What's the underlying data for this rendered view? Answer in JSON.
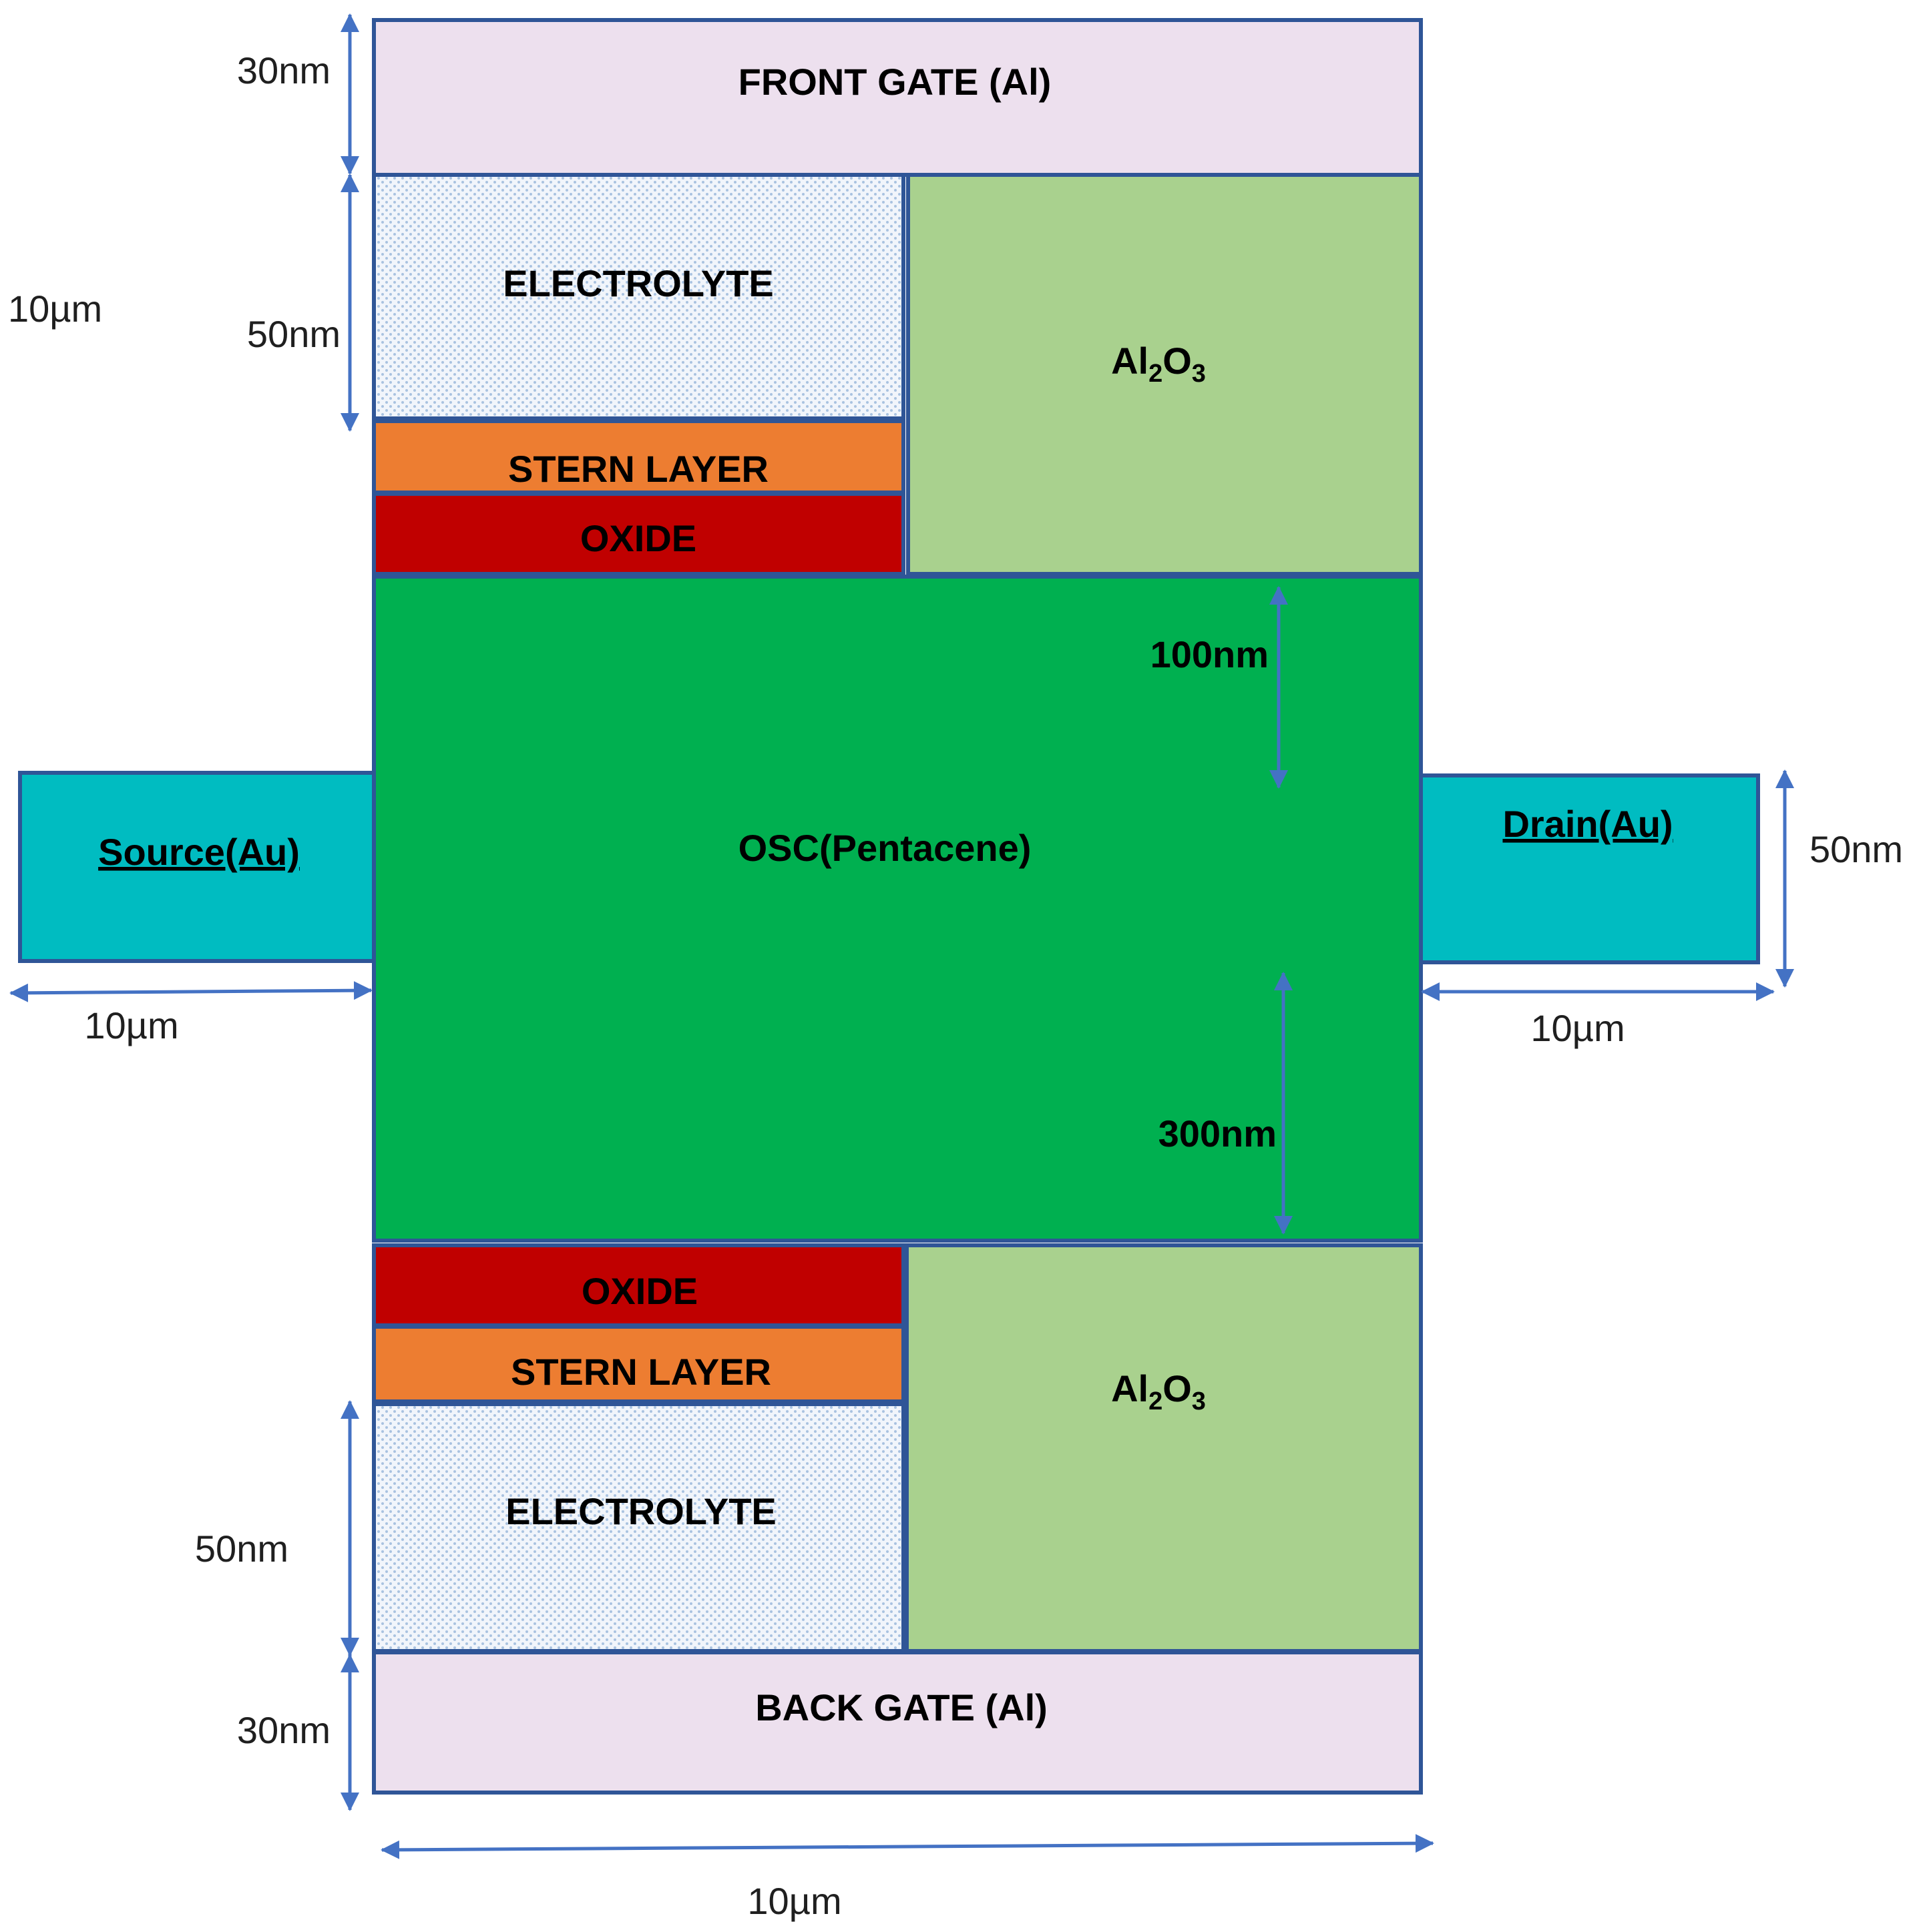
{
  "diagram": {
    "layers": {
      "front_gate": "FRONT GATE (Al)",
      "electrolyte_top": "ELECTROLYTE",
      "stern_top": "STERN LAYER",
      "oxide_top": "OXIDE",
      "al2o3_top": {
        "base": "Al",
        "sub1": "2",
        "mid": "O",
        "sub2": "3"
      },
      "osc": "OSC(Pentacene)",
      "oxide_bottom": "OXIDE",
      "stern_bottom": "STERN LAYER",
      "electrolyte_bottom": "ELECTROLYTE",
      "al2o3_bottom": {
        "base": "Al",
        "sub1": "2",
        "mid": "O",
        "sub2": "3"
      },
      "back_gate": "BACK GATE (Al)",
      "source": "Source(Au)",
      "drain": "Drain(Au)"
    },
    "dimensions": {
      "front_gate_thickness": "30nm",
      "top_electrolyte_thickness": "50nm",
      "top_stack_width": "10µm",
      "osc_upper": "100nm",
      "osc_lower": "300nm",
      "drain_thickness": "50nm",
      "source_length": "10µm",
      "drain_length": "10µm",
      "bottom_electrolyte_thickness": "50nm",
      "back_gate_thickness": "30nm",
      "device_width": "10µm"
    },
    "colors": {
      "gate": "#ede0ee",
      "electrolyte": "#f1f5fb",
      "electrolyte_dots": "#a9c2e0",
      "stern": "#ed7d31",
      "oxide": "#c00000",
      "al2o3": "#a9d18e",
      "osc": "#00b050",
      "contact": "#00bcc1",
      "border": "#2f5597",
      "arrow": "#4472c4"
    }
  }
}
